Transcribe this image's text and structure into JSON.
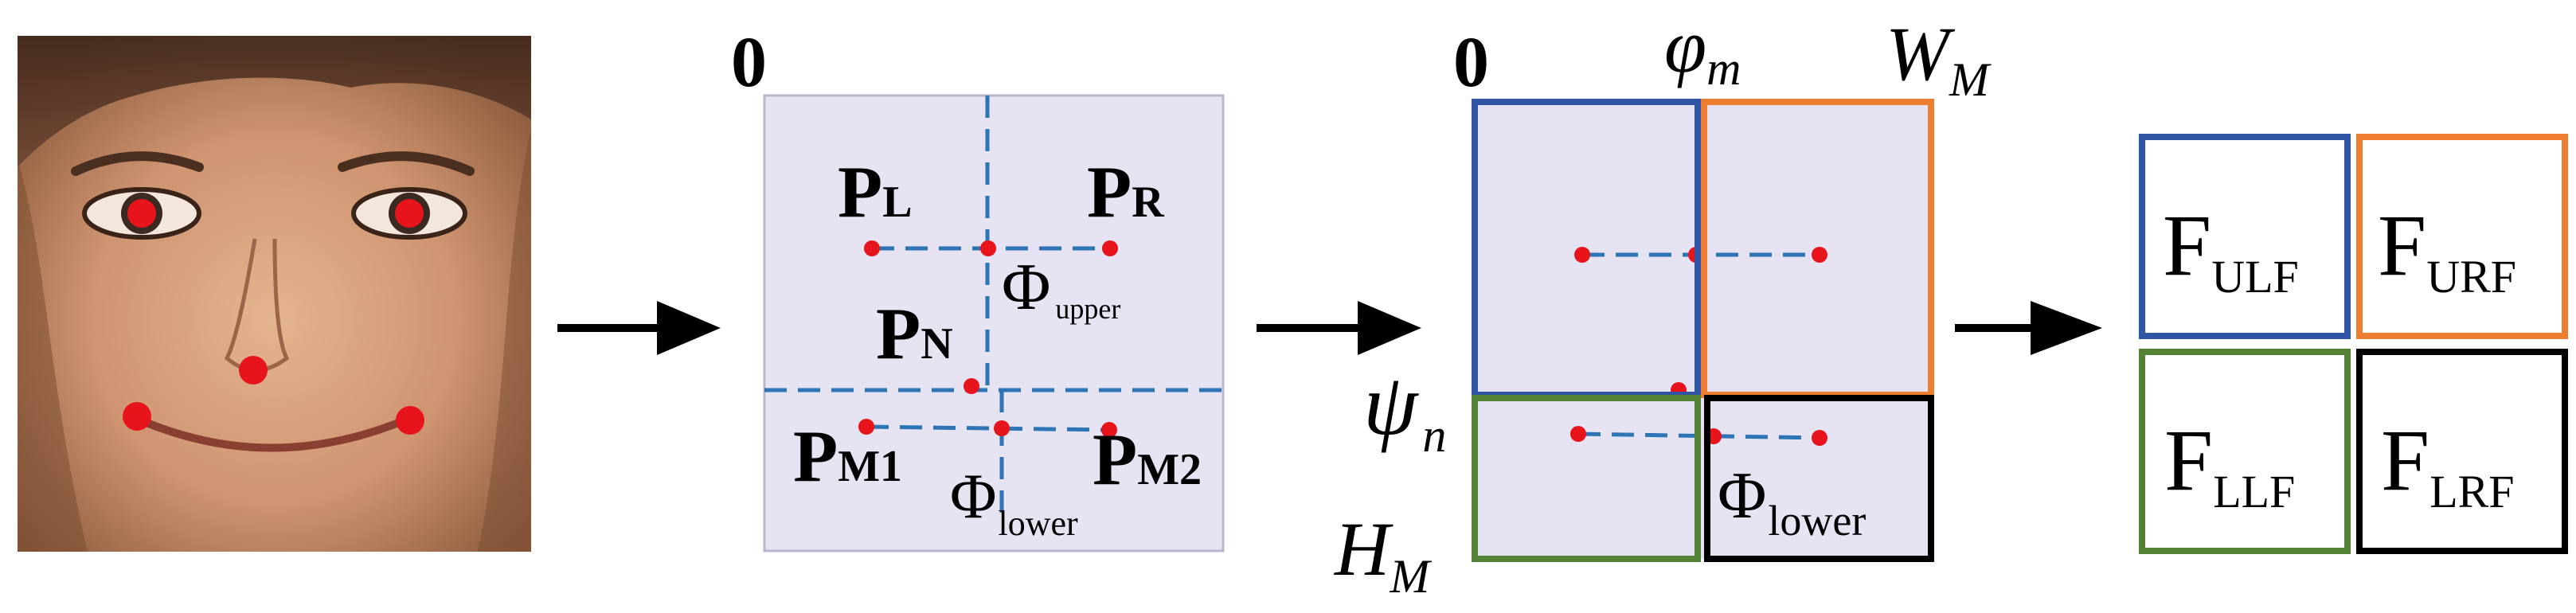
{
  "panel_face": {
    "photo_label": "face-photo"
  },
  "panel_landmarks": {
    "origin": "0",
    "P_L": {
      "main": "P",
      "sub": "L"
    },
    "P_R": {
      "main": "P",
      "sub": "R"
    },
    "P_N": {
      "main": "P",
      "sub": "N"
    },
    "P_M1": {
      "main": "P",
      "sub": "M1"
    },
    "P_M2": {
      "main": "P",
      "sub": "M2"
    },
    "phi_upper": {
      "main": "Φ",
      "sub": "upper"
    },
    "phi_lower": {
      "main": "Φ",
      "sub": "lower"
    }
  },
  "panel_regions": {
    "origin": "0",
    "phi_m": {
      "main": "φ",
      "sub": "m"
    },
    "W_M": {
      "main": "W",
      "sub": "M"
    },
    "psi_n": {
      "main": "ψ",
      "sub": "n"
    },
    "H_M": {
      "main": "H",
      "sub": "M"
    },
    "phi_lower": {
      "main": "Φ",
      "sub": "lower"
    }
  },
  "panel_outputs": {
    "ULF": {
      "main": "F",
      "sub": "ULF"
    },
    "URF": {
      "main": "F",
      "sub": "URF"
    },
    "LLF": {
      "main": "F",
      "sub": "LLF"
    },
    "LRF": {
      "main": "F",
      "sub": "LRF"
    }
  },
  "colors": {
    "landmark": "#e8141c",
    "dashed_line": "#2e75b6",
    "panel_fill": "#e6e4f3",
    "blue_box": "#2f55a4",
    "orange_box": "#ed7d31",
    "green_box": "#548235",
    "black_box": "#000000",
    "arrow": "#000000"
  }
}
